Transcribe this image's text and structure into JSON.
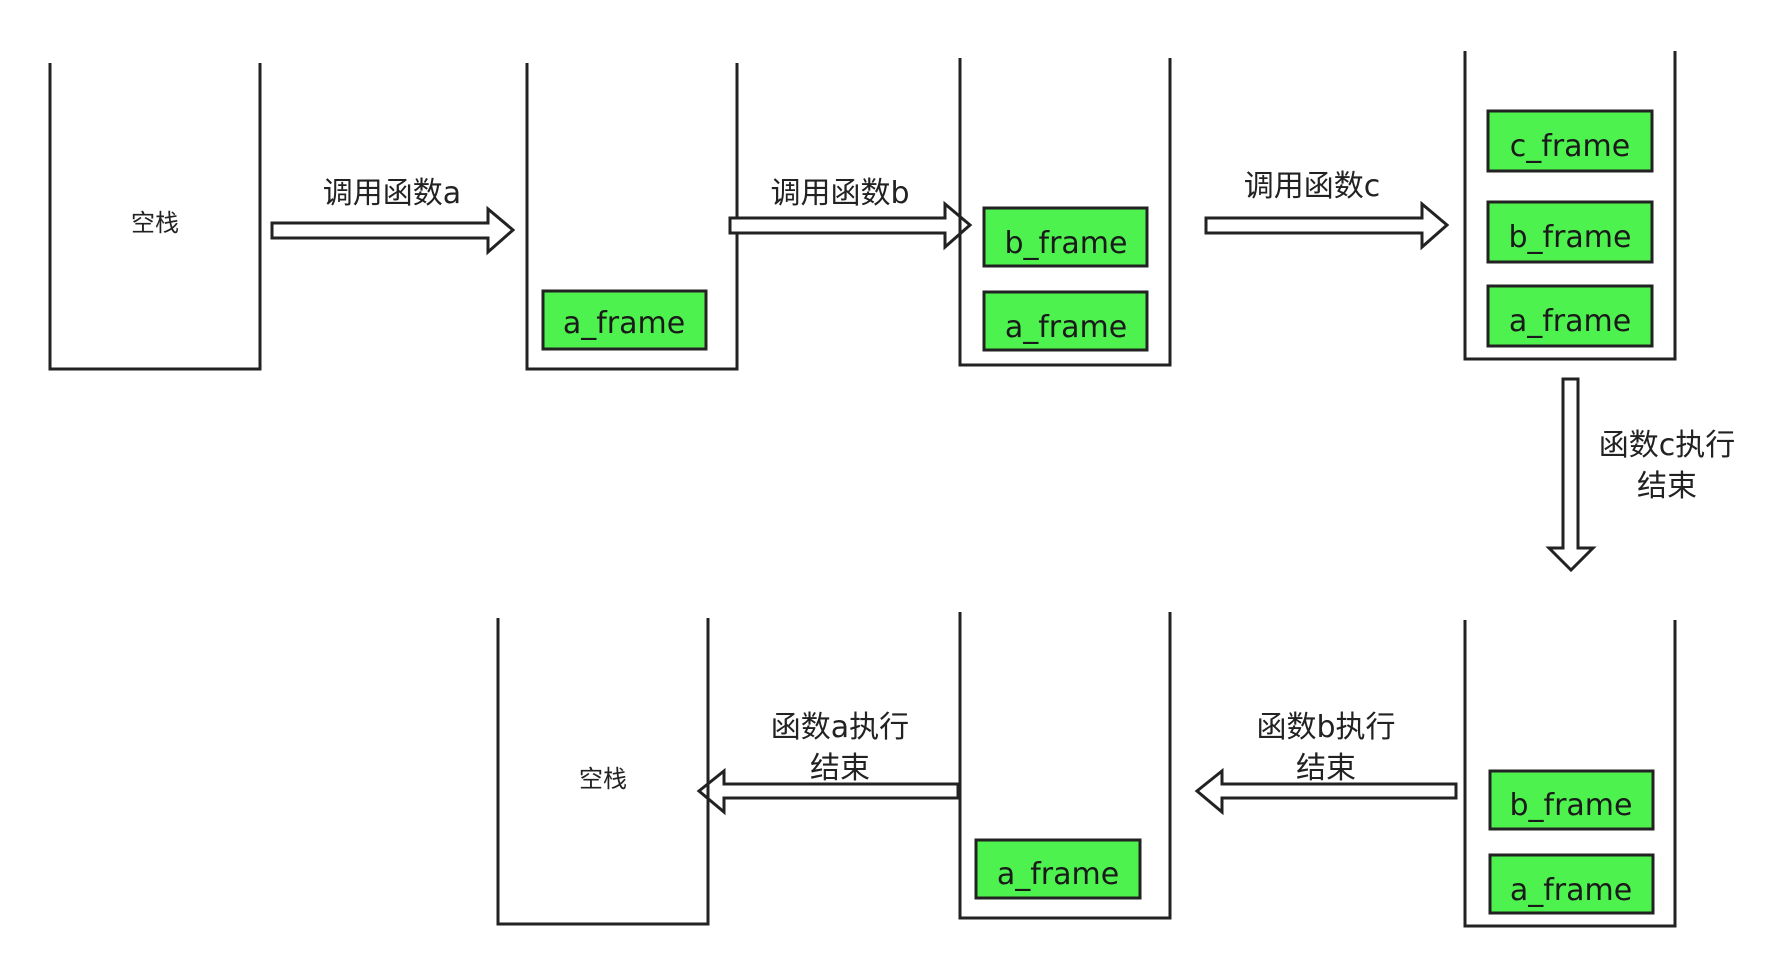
{
  "colors": {
    "frame_fill": "#4ef24e",
    "line": "#222222",
    "background": "#ffffff"
  },
  "top_row": {
    "empty_stack_label": "空栈",
    "stack_a": {
      "frames": [
        "a_frame"
      ]
    },
    "stack_ab": {
      "frames": [
        "b_frame",
        "a_frame"
      ]
    },
    "stack_abc": {
      "frames": [
        "c_frame",
        "b_frame",
        "a_frame"
      ]
    },
    "arrow_call_a": "调用函数a",
    "arrow_call_b": "调用函数b",
    "arrow_call_c": "调用函数c"
  },
  "transition": {
    "arrow_c_done": [
      "函数c执行",
      "结束"
    ]
  },
  "bottom_row": {
    "stack_ab": {
      "frames": [
        "b_frame",
        "a_frame"
      ]
    },
    "stack_a": {
      "frames": [
        "a_frame"
      ]
    },
    "empty_stack_label": "空栈",
    "arrow_b_done": [
      "函数b执行",
      "结束"
    ],
    "arrow_a_done": [
      "函数a执行",
      "结束"
    ]
  }
}
